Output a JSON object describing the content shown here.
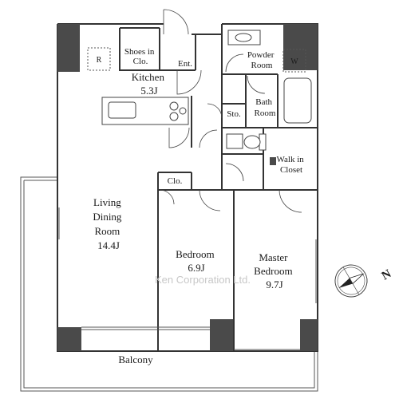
{
  "plan": {
    "rooms": {
      "shoes": [
        "Shoes in",
        "Clo."
      ],
      "ent": "Ent.",
      "r_mark": "R",
      "w_mark": "W",
      "powder": [
        "Powder",
        "Room"
      ],
      "kitchen": [
        "Kitchen",
        "5.3J"
      ],
      "sto": "Sto.",
      "bath": [
        "Bath",
        "Room"
      ],
      "walkin": [
        "Walk in",
        "Closet"
      ],
      "clo": "Clo.",
      "living": [
        "Living",
        "Dining",
        "Room",
        "14.4J"
      ],
      "bedroom": [
        "Bedroom",
        "6.9J"
      ],
      "master": [
        "Master",
        "Bedroom",
        "9.7J"
      ],
      "balcony": "Balcony"
    },
    "compass": {
      "letter": "N",
      "icon": "compass-icon"
    },
    "watermark": "Ken Corporation Ltd."
  }
}
